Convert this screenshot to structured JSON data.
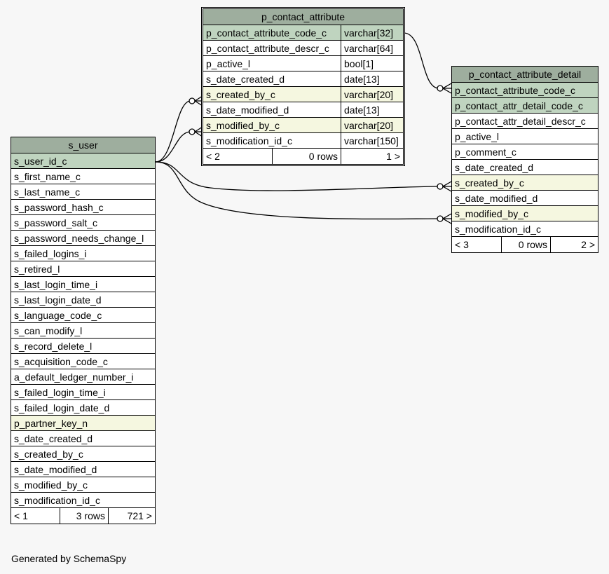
{
  "tables": {
    "p_contact_attribute": {
      "name": "p_contact_attribute",
      "columns": [
        {
          "name": "p_contact_attribute_code_c",
          "type": "varchar[32]"
        },
        {
          "name": "p_contact_attribute_descr_c",
          "type": "varchar[64]"
        },
        {
          "name": "p_active_l",
          "type": "bool[1]"
        },
        {
          "name": "s_date_created_d",
          "type": "date[13]"
        },
        {
          "name": "s_created_by_c",
          "type": "varchar[20]"
        },
        {
          "name": "s_date_modified_d",
          "type": "date[13]"
        },
        {
          "name": "s_modified_by_c",
          "type": "varchar[20]"
        },
        {
          "name": "s_modification_id_c",
          "type": "varchar[150]"
        }
      ],
      "footer": {
        "parents": "< 2",
        "rows": "0 rows",
        "children": "1 >"
      }
    },
    "p_contact_attribute_detail": {
      "name": "p_contact_attribute_detail",
      "columns": [
        {
          "name": "p_contact_attribute_code_c"
        },
        {
          "name": "p_contact_attr_detail_code_c"
        },
        {
          "name": "p_contact_attr_detail_descr_c"
        },
        {
          "name": "p_active_l"
        },
        {
          "name": "p_comment_c"
        },
        {
          "name": "s_date_created_d"
        },
        {
          "name": "s_created_by_c"
        },
        {
          "name": "s_date_modified_d"
        },
        {
          "name": "s_modified_by_c"
        },
        {
          "name": "s_modification_id_c"
        }
      ],
      "footer": {
        "parents": "< 3",
        "rows": "0 rows",
        "children": "2 >"
      }
    },
    "s_user": {
      "name": "s_user",
      "columns": [
        {
          "name": "s_user_id_c"
        },
        {
          "name": "s_first_name_c"
        },
        {
          "name": "s_last_name_c"
        },
        {
          "name": "s_password_hash_c"
        },
        {
          "name": "s_password_salt_c"
        },
        {
          "name": "s_password_needs_change_l"
        },
        {
          "name": "s_failed_logins_i"
        },
        {
          "name": "s_retired_l"
        },
        {
          "name": "s_last_login_time_i"
        },
        {
          "name": "s_last_login_date_d"
        },
        {
          "name": "s_language_code_c"
        },
        {
          "name": "s_can_modify_l"
        },
        {
          "name": "s_record_delete_l"
        },
        {
          "name": "s_acquisition_code_c"
        },
        {
          "name": "a_default_ledger_number_i"
        },
        {
          "name": "s_failed_login_time_i"
        },
        {
          "name": "s_failed_login_date_d"
        },
        {
          "name": "p_partner_key_n"
        },
        {
          "name": "s_date_created_d"
        },
        {
          "name": "s_created_by_c"
        },
        {
          "name": "s_date_modified_d"
        },
        {
          "name": "s_modified_by_c"
        },
        {
          "name": "s_modification_id_c"
        }
      ],
      "footer": {
        "parents": "< 1",
        "rows": "3 rows",
        "children": "721 >"
      }
    }
  },
  "colors": {
    "title_bg": "#9eae9e",
    "pk_bg": "#bfd4bf",
    "fk_bg": "#f5f7e0",
    "row_bg": "#ffffff",
    "page_bg": "#f7f7f7"
  },
  "generated_by": "Generated by SchemaSpy"
}
